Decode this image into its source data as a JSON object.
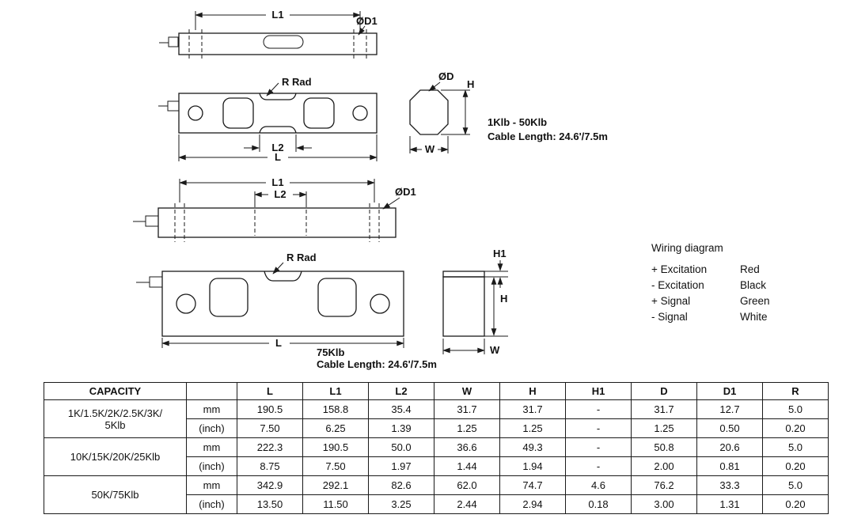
{
  "drawing_labels": {
    "l1": "L1",
    "l2": "L2",
    "l": "L",
    "d1": "ØD1",
    "d": "ØD",
    "h": "H",
    "h1": "H1",
    "w": "W",
    "r_rad": "R Rad"
  },
  "annotations": {
    "small_range": "1Klb - 50Klb",
    "small_cable": "Cable Length: 24.6'/7.5m",
    "large_range": "75Klb",
    "large_cable": "Cable Length: 24.6'/7.5m"
  },
  "wiring": {
    "title": "Wiring diagram",
    "rows": [
      {
        "label": "+ Excitation",
        "color": "Red"
      },
      {
        "label": "- Excitation",
        "color": "Black"
      },
      {
        "label": "+ Signal",
        "color": "Green"
      },
      {
        "label": "- Signal",
        "color": "White"
      }
    ]
  },
  "table": {
    "headers": {
      "capacity": "CAPACITY",
      "unit": "",
      "dims": [
        "L",
        "L1",
        "L2",
        "W",
        "H",
        "H1",
        "D",
        "D1",
        "R"
      ]
    },
    "groups": [
      {
        "capacity": [
          "1K/1.5K/2K/2.5K/3K/",
          "5Klb"
        ],
        "units": [
          "mm",
          "(inch)"
        ],
        "mm": [
          "190.5",
          "158.8",
          "35.4",
          "31.7",
          "31.7",
          "-",
          "31.7",
          "12.7",
          "5.0"
        ],
        "inch": [
          "7.50",
          "6.25",
          "1.39",
          "1.25",
          "1.25",
          "-",
          "1.25",
          "0.50",
          "0.20"
        ]
      },
      {
        "capacity": [
          "10K/15K/20K/25Klb"
        ],
        "units": [
          "mm",
          "(inch)"
        ],
        "mm": [
          "222.3",
          "190.5",
          "50.0",
          "36.6",
          "49.3",
          "-",
          "50.8",
          "20.6",
          "5.0"
        ],
        "inch": [
          "8.75",
          "7.50",
          "1.97",
          "1.44",
          "1.94",
          "-",
          "2.00",
          "0.81",
          "0.20"
        ]
      },
      {
        "capacity": [
          "50K/75Klb"
        ],
        "units": [
          "mm",
          "(inch)"
        ],
        "mm": [
          "342.9",
          "292.1",
          "82.6",
          "62.0",
          "74.7",
          "4.6",
          "76.2",
          "33.3",
          "5.0"
        ],
        "inch": [
          "13.50",
          "11.50",
          "3.25",
          "2.44",
          "2.94",
          "0.18",
          "3.00",
          "1.31",
          "0.20"
        ]
      }
    ]
  }
}
